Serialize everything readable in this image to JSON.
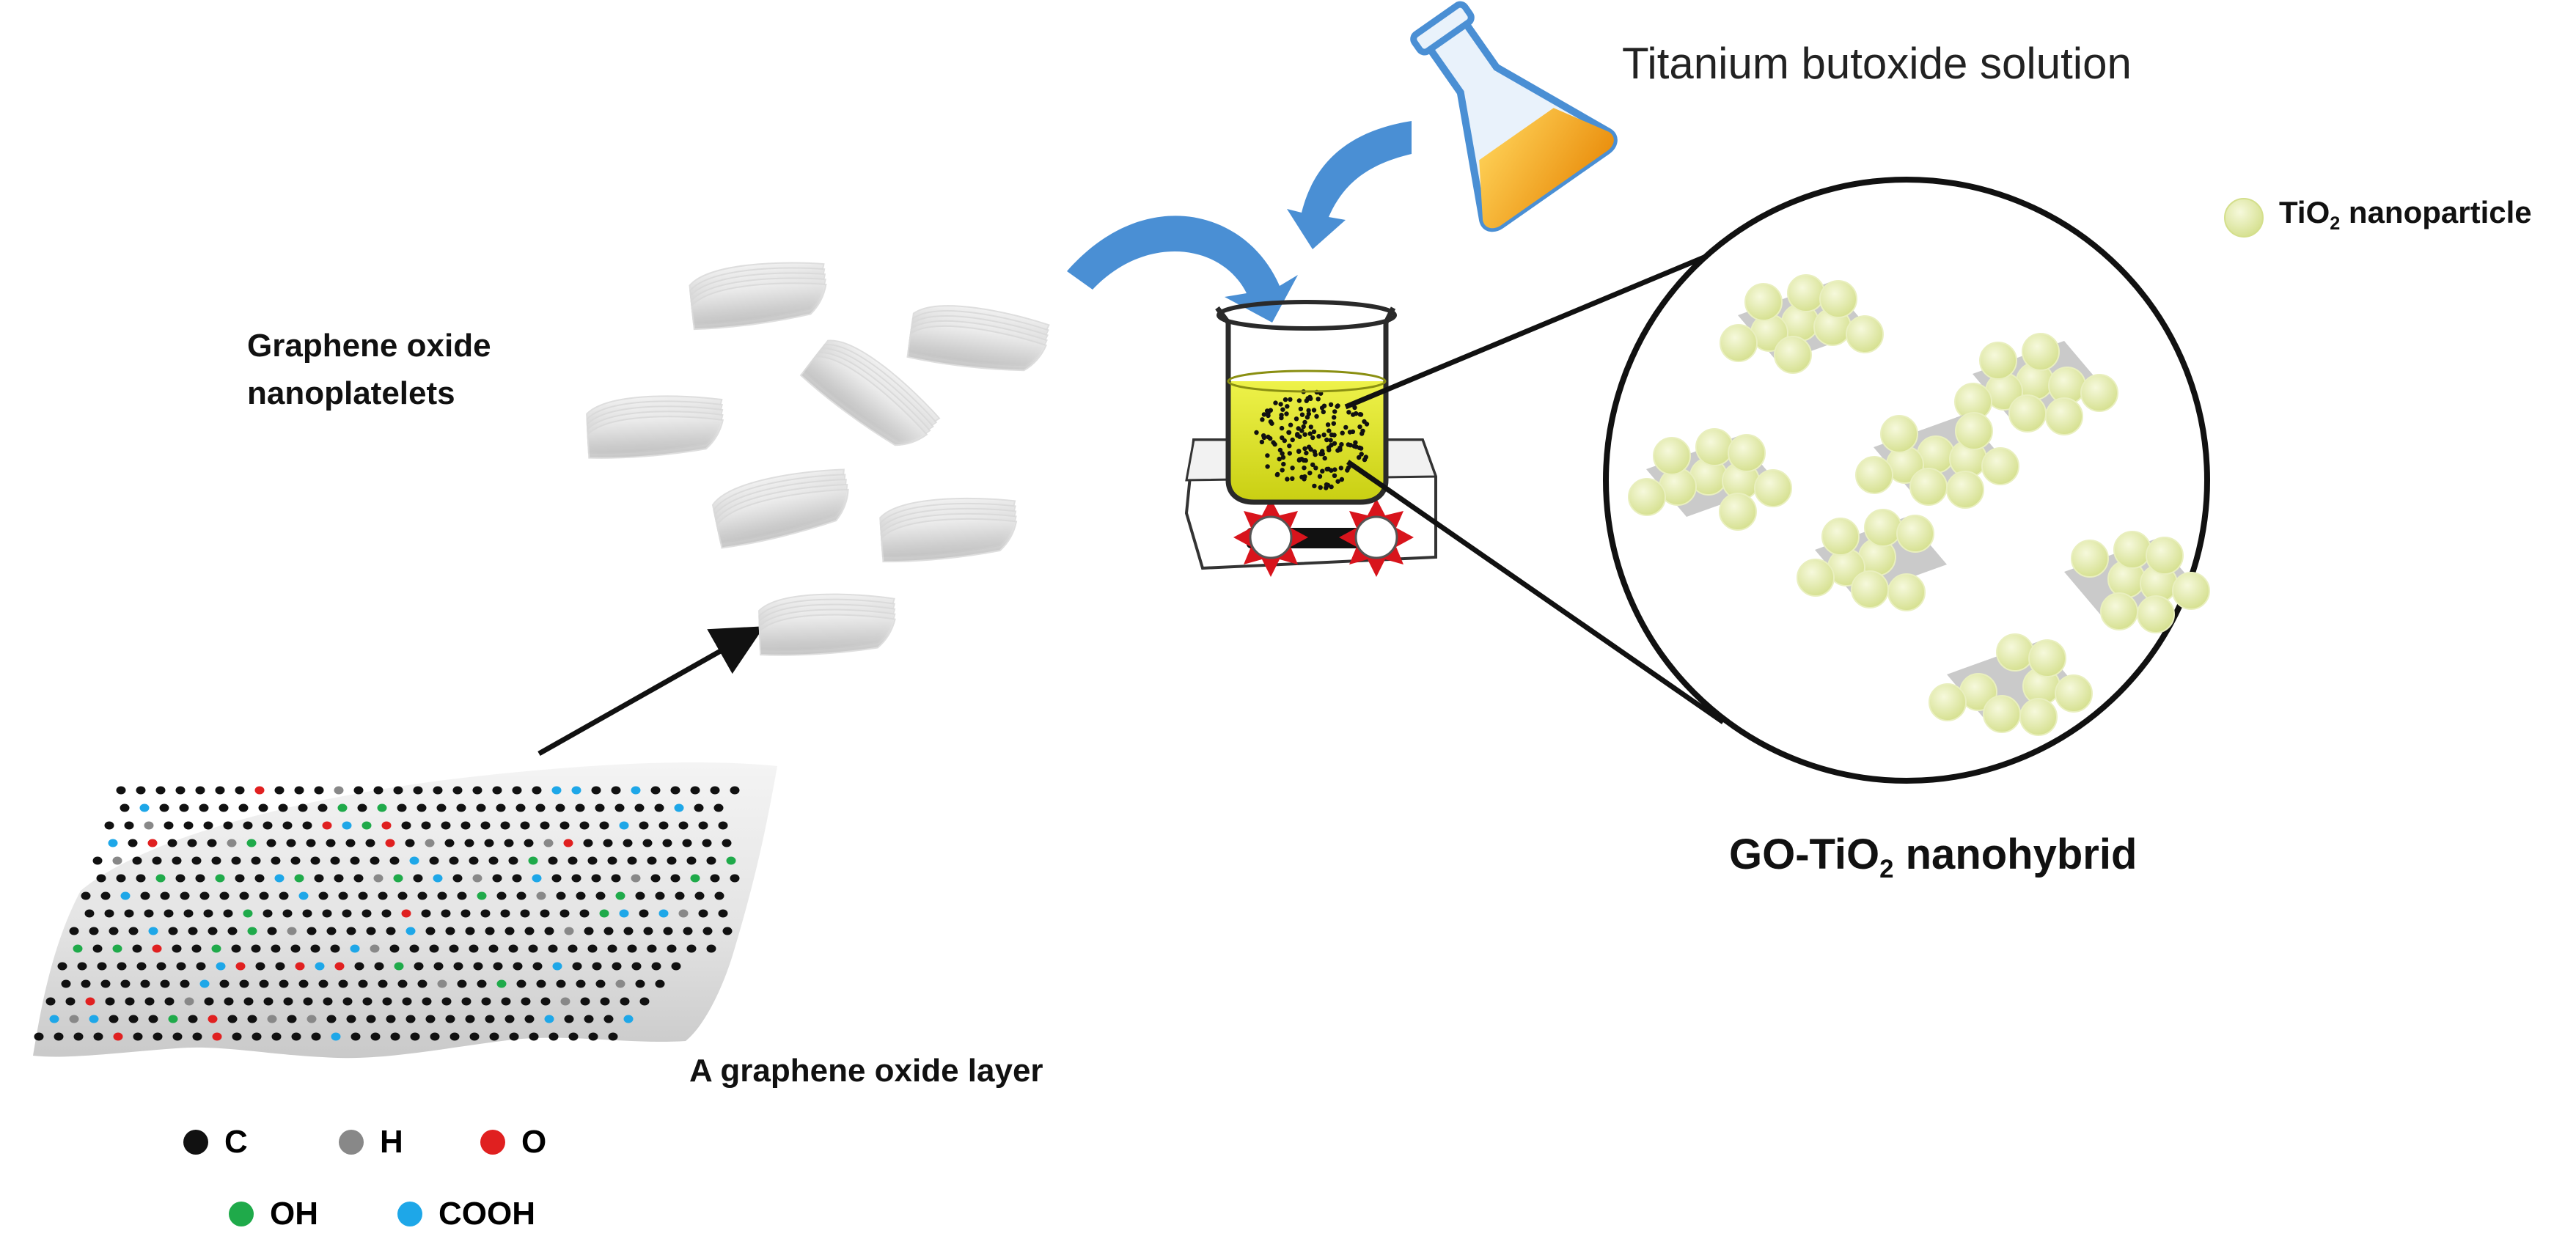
{
  "labels": {
    "graphene_oxide_nanoplatelets": [
      "Graphene oxide",
      "nanoplatelets"
    ],
    "titanium_butoxide_solution": "Titanium butoxide solution",
    "tio2_nanoparticle": {
      "main": "TiO",
      "sub": "2",
      "rest": " nanoparticle"
    },
    "hybrid": {
      "main": "GO-TiO",
      "sub": "2",
      "rest": " nanohybrid"
    },
    "graphene_oxide_layer": "A graphene oxide layer"
  },
  "legend": [
    {
      "label": "C",
      "color": "#111111"
    },
    {
      "label": "H",
      "color": "#888888"
    },
    {
      "label": "O",
      "color": "#e02020"
    },
    {
      "label": "OH",
      "color": "#1faa4a"
    },
    {
      "label": "COOH",
      "color": "#1ea7e8"
    }
  ],
  "colors": {
    "arrow_blue": "#4a8fd4",
    "solution_yellow": "#e6ec2a",
    "nanoparticle": "#e3eca8",
    "flask_orange": "#f2a41c",
    "burner_red": "#d8141c"
  }
}
